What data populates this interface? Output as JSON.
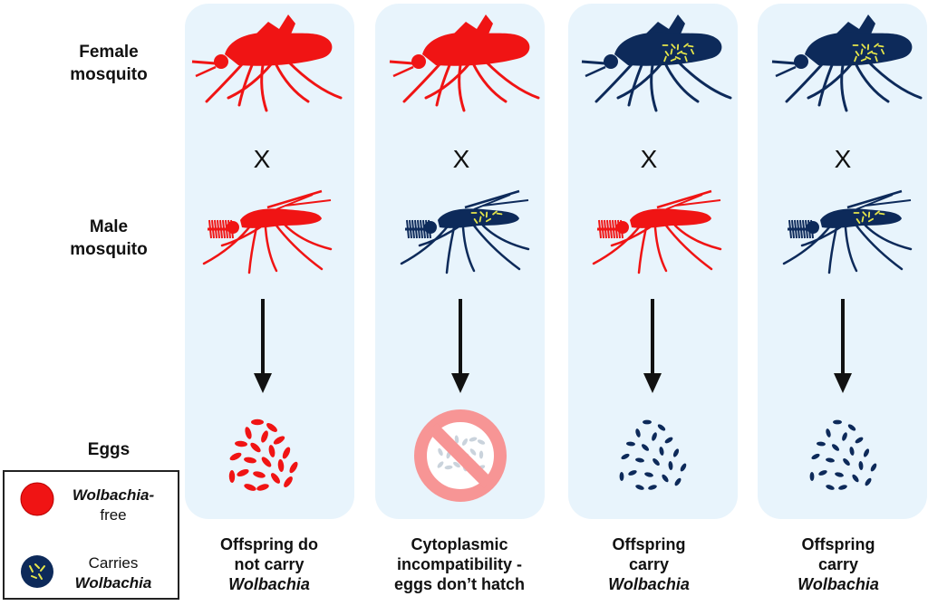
{
  "colors": {
    "free": "#f01414",
    "carrier": "#0d2a5a",
    "bacteria": "#e6e64a",
    "panel": "#e8f4fc",
    "no_sign": "#f79595"
  },
  "row_labels": {
    "female": "Female\nmosquito",
    "male": "Male\nmosquito",
    "eggs": "Eggs"
  },
  "cross_symbol": "X",
  "crosses": [
    {
      "female": "free",
      "male": "free",
      "eggs": "free",
      "hatch": true,
      "caption_line1": "Offspring do",
      "caption_line2": "not carry",
      "caption_line3": "Wolbachia"
    },
    {
      "female": "free",
      "male": "carrier",
      "eggs": "none",
      "hatch": false,
      "caption_line1": "Cytoplasmic",
      "caption_line2": "incompatibility -",
      "caption_line3": "eggs don’t hatch"
    },
    {
      "female": "carrier",
      "male": "free",
      "eggs": "carrier",
      "hatch": true,
      "caption_line1": "Offspring",
      "caption_line2": "carry",
      "caption_line3": "Wolbachia"
    },
    {
      "female": "carrier",
      "male": "carrier",
      "eggs": "carrier",
      "hatch": true,
      "caption_line1": "Offspring",
      "caption_line2": "carry",
      "caption_line3": "Wolbachia"
    }
  ],
  "legend": {
    "free_line1": "Wolbachia-",
    "free_line2": "free",
    "carrier_line1": "Carries",
    "carrier_line2": "Wolbachia"
  }
}
